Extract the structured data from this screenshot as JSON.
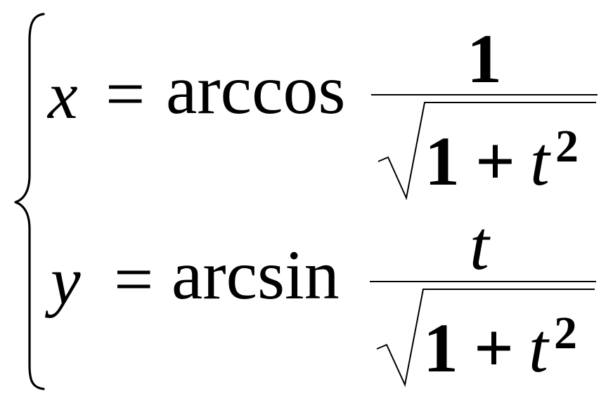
{
  "equation_system": {
    "brace": "{",
    "row1": {
      "lhs": "x",
      "equals": "=",
      "function": "arccos",
      "numerator": "1",
      "denominator": {
        "radical": "√",
        "one": "1",
        "plus": "+",
        "variable": "t",
        "exponent": "2"
      }
    },
    "row2": {
      "lhs": "y",
      "equals": "=",
      "function": "arcsin",
      "numerator": "t",
      "denominator": {
        "radical": "√",
        "one": "1",
        "plus": "+",
        "variable": "t",
        "exponent": "2"
      }
    }
  }
}
